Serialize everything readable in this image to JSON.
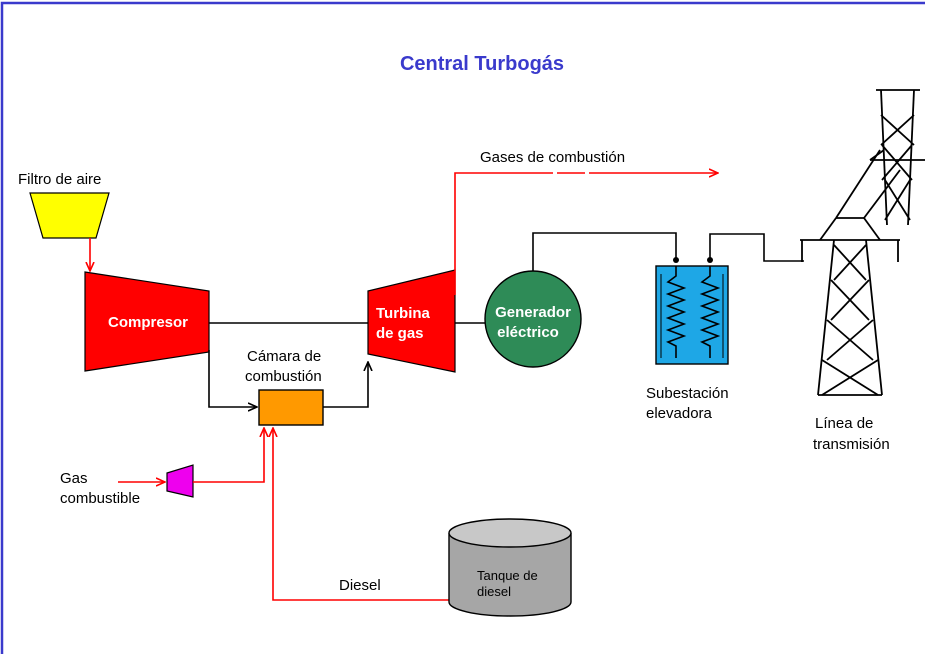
{
  "title": "Central Turbogás",
  "components": {
    "filtro": "Filtro de aire",
    "compresor": "Compresor",
    "camara_1": "Cámara de",
    "camara_2": "combustión",
    "turbina_1": "Turbina",
    "turbina_2": "de gas",
    "generador_1": "Generador",
    "generador_2": "eléctrico",
    "subestacion_1": "Subestación",
    "subestacion_2": "elevadora",
    "linea_1": "Línea de",
    "linea_2": "transmisión",
    "gas_1": "Gas",
    "gas_2": "combustible",
    "gases_combustion": "Gases de combustión",
    "diesel": "Diesel",
    "tanque_1": "Tanque de",
    "tanque_2": "diesel"
  },
  "colors": {
    "frame": "#3a3acc",
    "title": "#3a3acc",
    "compressor": "#ff0000",
    "turbine": "#ff0000",
    "filter": "#ffff00",
    "chamber": "#ff9900",
    "generator": "#2e8b57",
    "substation": "#1ea7e6",
    "gas_valve": "#ee00ee",
    "tank": "#a6a6a6",
    "flow": "#ff0000"
  }
}
